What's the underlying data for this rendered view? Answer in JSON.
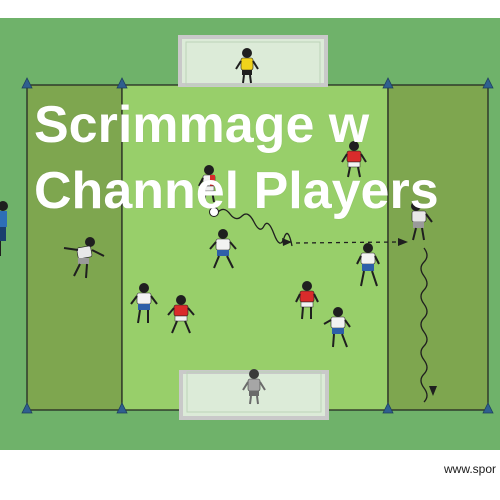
{
  "title": {
    "line1": "Scrimmage w",
    "line2": "Channel Players"
  },
  "watermark": "www.spor",
  "colors": {
    "outer_grass": "#6fb26a",
    "channel_grass": "#7ea64f",
    "center_grass": "#98cf6a",
    "field_lines": "#1f1f1f",
    "cone": "#2f5f8f",
    "goal_fill": "#dcebd8",
    "goal_frame": "#c9c9c9",
    "team_red": "#d92b2b",
    "team_white": "#f2f2f2",
    "goalkeeper_top": "#f0d31c",
    "goalkeeper_bottom": "#a6a6a6",
    "outside_player": "#2d6fb7"
  },
  "icons": [
    "cone-icon",
    "goal-icon",
    "ball-icon",
    "player-icon",
    "dribble-path-icon",
    "pass-arrow-icon"
  ]
}
